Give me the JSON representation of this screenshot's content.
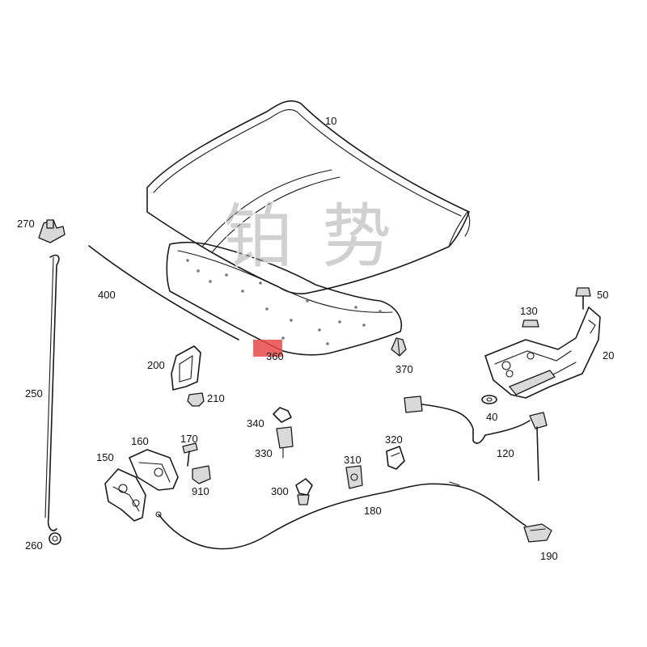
{
  "labels": {
    "p10": "10",
    "p20": "20",
    "p40": "40",
    "p50": "50",
    "p120": "120",
    "p130": "130",
    "p150": "150",
    "p160": "160",
    "p170": "170",
    "p180": "180",
    "p190": "190",
    "p200": "200",
    "p210": "210",
    "p250": "250",
    "p260": "260",
    "p270": "270",
    "p300": "300",
    "p310": "310",
    "p320": "320",
    "p330": "330",
    "p340": "340",
    "p360": "360",
    "p370": "370",
    "p400": "400",
    "p910": "910"
  },
  "watermark": {
    "left": "铂",
    "right": "势"
  },
  "colors": {
    "line": "#1a1a1a",
    "part_fill": "#d9d9d9",
    "highlight": "#e84a4a"
  }
}
